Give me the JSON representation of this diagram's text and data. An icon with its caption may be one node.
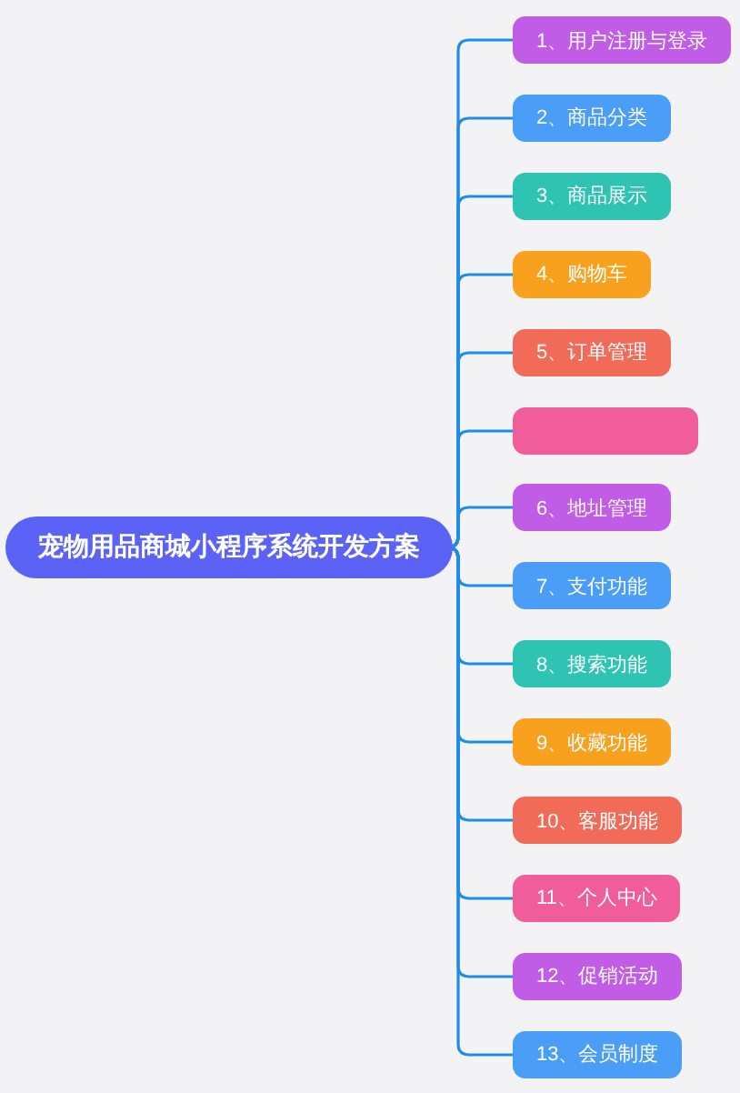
{
  "diagram": {
    "nodes": [
      {
        "text": [
          "宠物用品商城小程序系统开发方案"
        ]
      },
      {
        "text": [
          "1、用户注册与登录"
        ]
      },
      {
        "text": [
          "2、商品分类"
        ]
      },
      {
        "text": [
          "3、商品展示"
        ]
      },
      {
        "text": [
          "4、购物车"
        ]
      },
      {
        "text": [
          "5、订单管理"
        ]
      },
      {
        "text": [],
        "shape": "box"
      },
      {
        "text": [
          "6、地址管理"
        ]
      },
      {
        "text": [
          "7、支付功能"
        ]
      },
      {
        "text": [
          "8、搜索功能"
        ]
      },
      {
        "text": [
          "9、收藏功能"
        ]
      },
      {
        "text": [
          "10、客服功能"
        ]
      },
      {
        "text": [
          "11、个人中心"
        ]
      },
      {
        "text": [
          "12、促销活动"
        ]
      },
      {
        "text": [
          "13、会员制度"
        ]
      }
    ],
    "edges": [
      {
        "from": 0,
        "to": 1,
        "arrow": "none"
      },
      {
        "from": 0,
        "to": 2,
        "arrow": "none"
      },
      {
        "from": 0,
        "to": 3,
        "arrow": "none"
      },
      {
        "from": 0,
        "to": 4,
        "arrow": "none"
      },
      {
        "from": 0,
        "to": 5,
        "arrow": "none"
      },
      {
        "from": 0,
        "to": 6,
        "arrow": "none"
      },
      {
        "from": 0,
        "to": 7,
        "arrow": "none"
      },
      {
        "from": 0,
        "to": 8,
        "arrow": "none"
      },
      {
        "from": 0,
        "to": 9,
        "arrow": "none"
      },
      {
        "from": 0,
        "to": 10,
        "arrow": "none"
      },
      {
        "from": 0,
        "to": 11,
        "arrow": "none"
      },
      {
        "from": 0,
        "to": 12,
        "arrow": "none"
      },
      {
        "from": 0,
        "to": 13,
        "arrow": "none"
      },
      {
        "from": 0,
        "to": 14,
        "arrow": "none"
      }
    ]
  }
}
